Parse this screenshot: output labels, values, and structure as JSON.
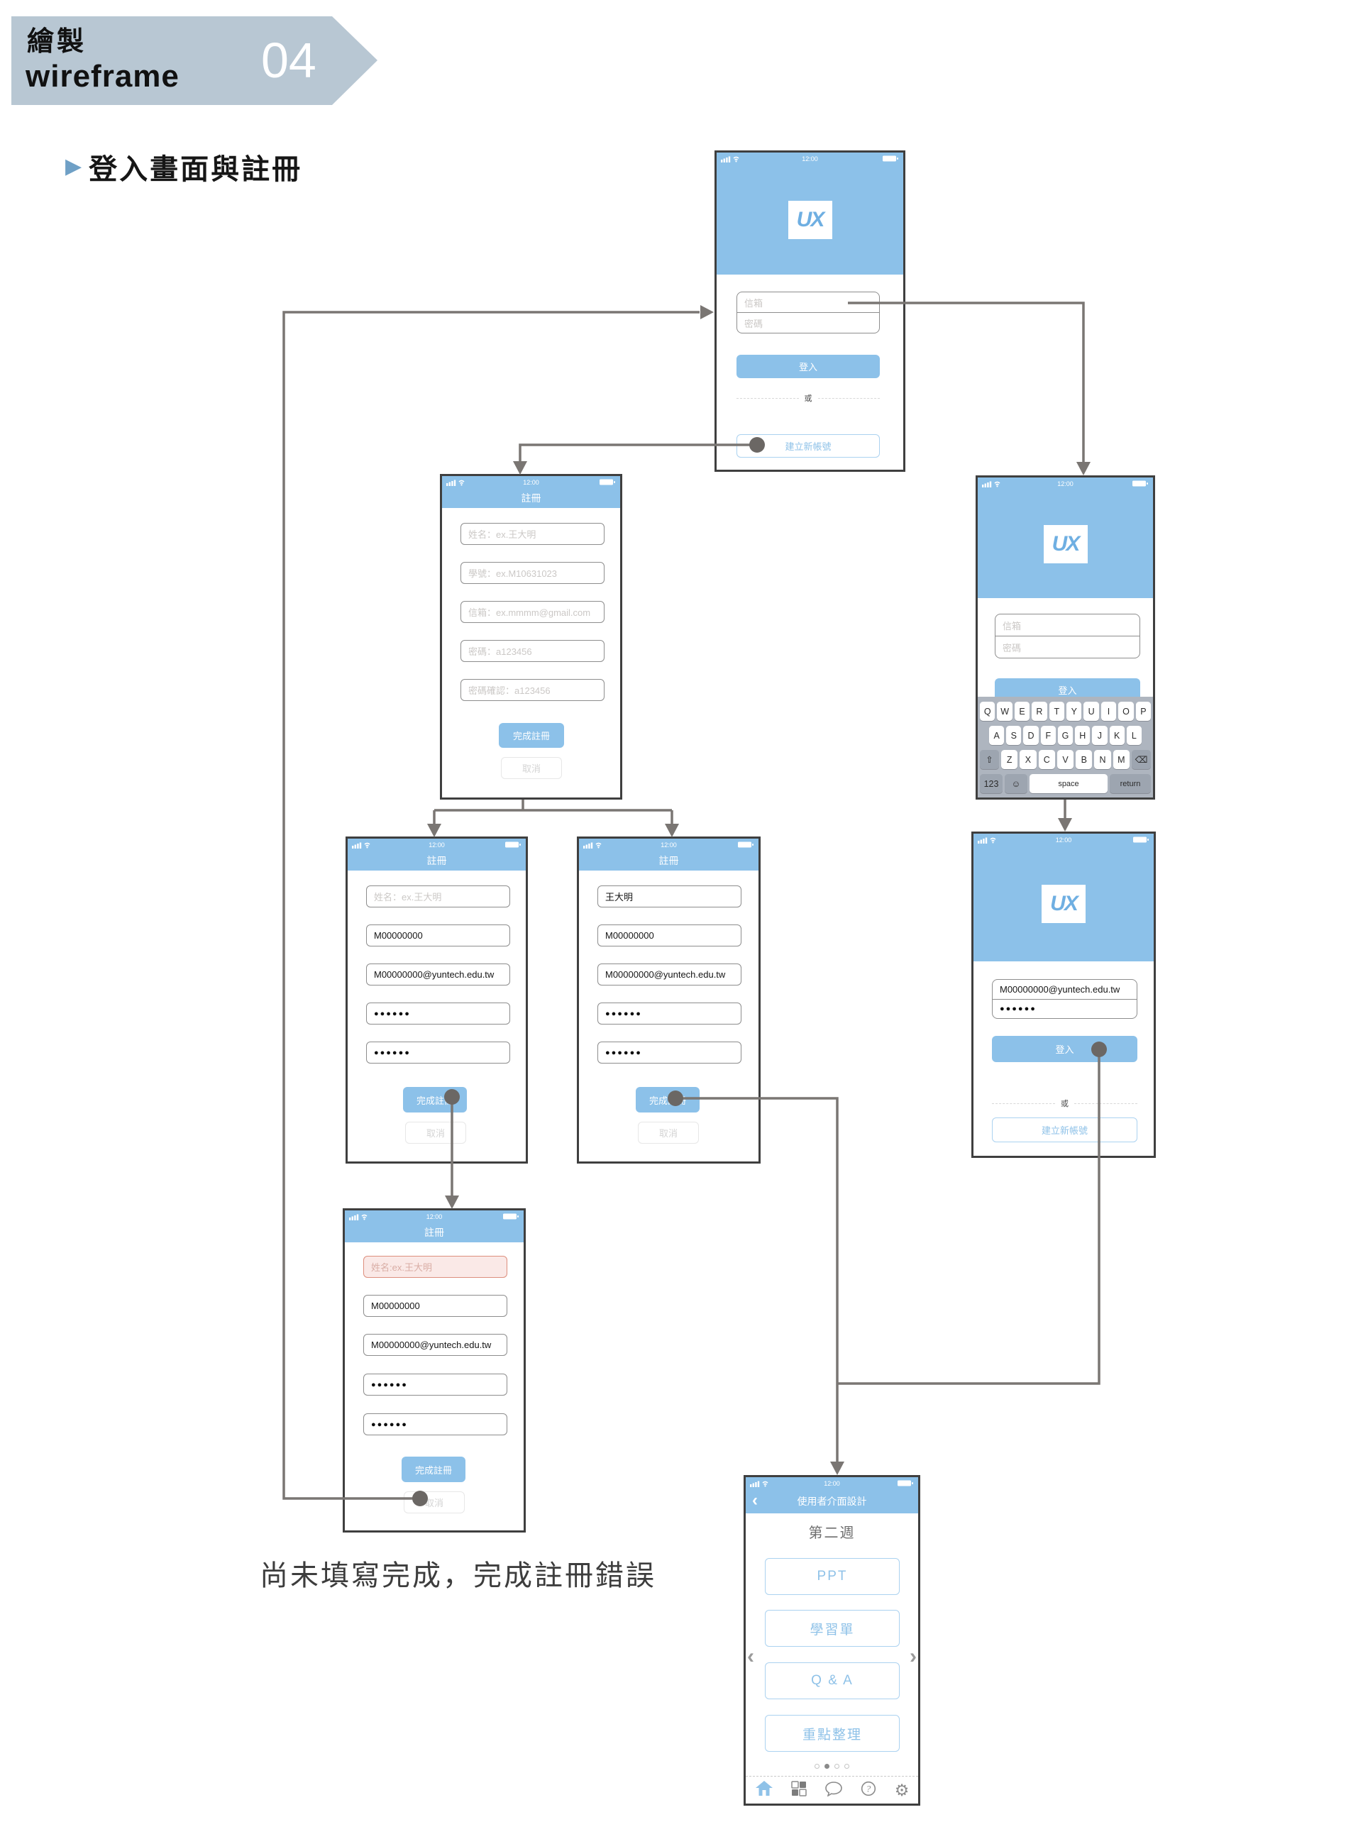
{
  "banner": {
    "title_zh": "繪製",
    "title_en": "wireframe",
    "number": "04"
  },
  "section_title": "登入畫面與註冊",
  "caption": "尚未填寫完成，完成註冊錯誤",
  "statusbar": {
    "time": "12:00"
  },
  "logo_text": "UX",
  "login": {
    "email_placeholder": "信箱",
    "password_placeholder": "密碼",
    "login_label": "登入",
    "or_label": "或",
    "create_account_label": "建立新帳號",
    "email_value": "M00000000@yuntech.edu.tw",
    "password_value": "●●●●●●"
  },
  "register": {
    "nav_title": "註冊",
    "name_placeholder": "姓名：ex.王大明",
    "name_placeholder_error": "姓名:ex.王大明",
    "student_id_placeholder": "學號：ex.M10631023",
    "email_placeholder": "信箱：ex.mmmm@gmail.com",
    "password_placeholder": "密碼：a123456",
    "password_confirm_placeholder": "密碼確認：a123456",
    "name_value": "王大明",
    "student_id_value": "M00000000",
    "email_value": "M00000000@yuntech.edu.tw",
    "password_value": "●●●●●●",
    "password_confirm_value": "●●●●●●",
    "submit_label": "完成註冊",
    "cancel_label": "取消"
  },
  "keyboard": {
    "rows": [
      {
        "keys": [
          "Q",
          "W",
          "E",
          "R",
          "T",
          "Y",
          "U",
          "I",
          "O",
          "P"
        ]
      },
      {
        "keys": [
          "A",
          "S",
          "D",
          "F",
          "G",
          "H",
          "J",
          "K",
          "L"
        ]
      },
      {
        "keys": [
          "Z",
          "X",
          "C",
          "V",
          "B",
          "N",
          "M"
        ]
      }
    ],
    "shift": "⇧",
    "backspace": "⌫",
    "num": "123",
    "emoji": "☺",
    "space": "space",
    "return": "return"
  },
  "course": {
    "nav_title": "使用者介面設計",
    "week_title": "第二週",
    "buttons": [
      "PPT",
      "學習單",
      "Q & A",
      "重點整理"
    ],
    "page_indicator": {
      "count": 4,
      "active": 2
    }
  },
  "icons": {
    "back": "‹",
    "prev": "‹",
    "next": "›",
    "section_marker": "▶",
    "gear": "⚙"
  },
  "colors": {
    "primary_blue": "#8CC1E9",
    "logo_blue": "#6FAFE2",
    "banner_grey": "#B8C7D3",
    "error_border": "#DD8E7D",
    "error_bg": "#FAE9E7",
    "connector_grey": "#7A7673"
  }
}
